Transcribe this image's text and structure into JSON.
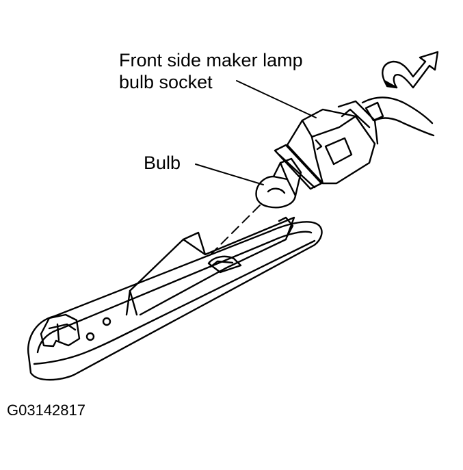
{
  "labels": {
    "socket_line1": "Front side maker lamp",
    "socket_line2": "bulb socket",
    "bulb": "Bulb"
  },
  "figure_id": "G03142817",
  "colors": {
    "ink": "#000000",
    "paper": "#ffffff"
  }
}
